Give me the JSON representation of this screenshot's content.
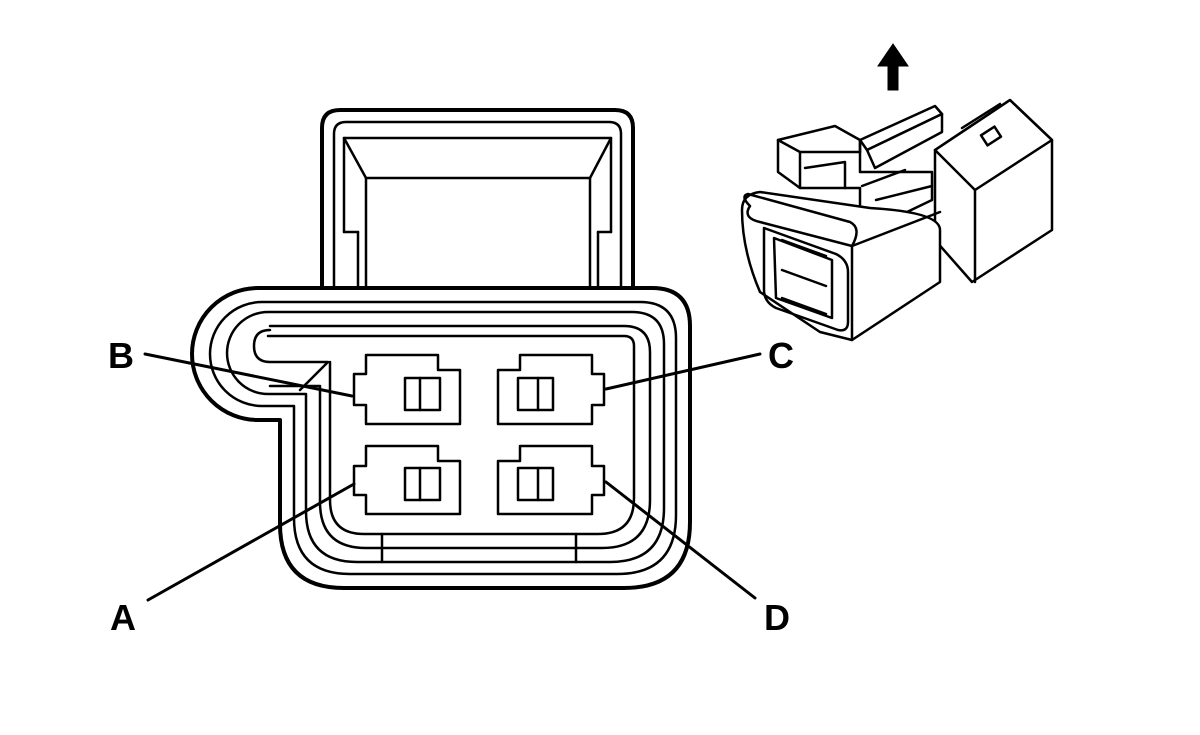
{
  "pin_labels": {
    "a": "A",
    "b": "B",
    "c": "C",
    "d": "D"
  },
  "icons": {
    "orientation_arrow": "arrow-up-icon"
  }
}
